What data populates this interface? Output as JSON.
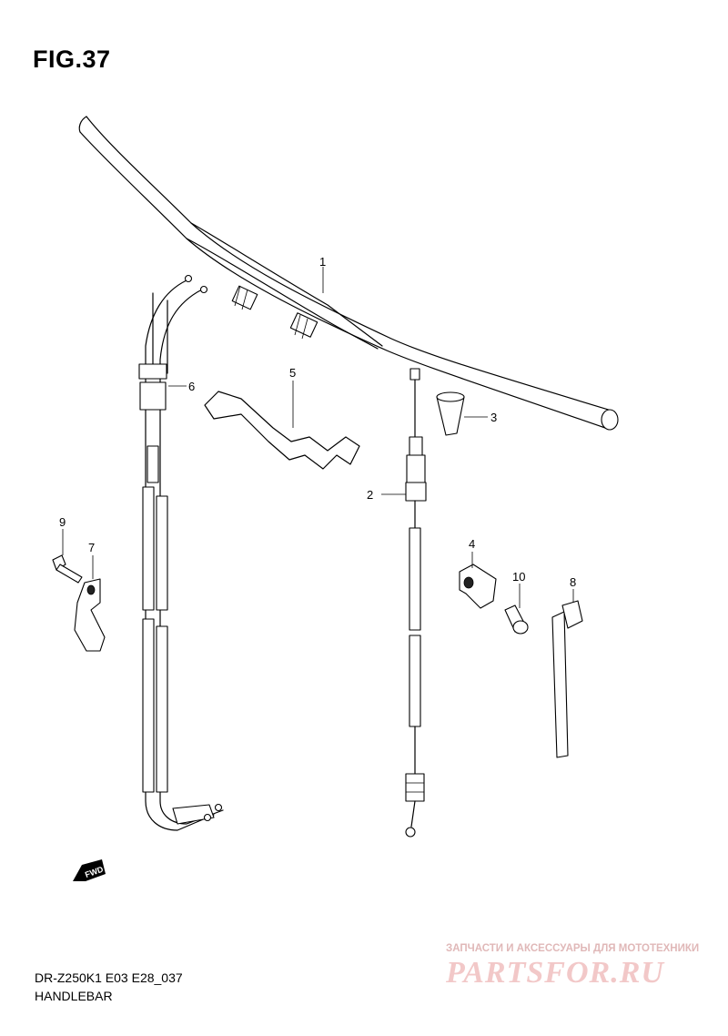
{
  "figure": {
    "title": "FIG.37",
    "model_code": "DR-Z250K1 E03 E28_037",
    "subtitle": "HANDLEBAR"
  },
  "callouts": [
    "1",
    "2",
    "3",
    "4",
    "5",
    "6",
    "7",
    "8",
    "9",
    "10"
  ],
  "fwd_badge": "FWD",
  "watermark": {
    "tagline": "ЗАПЧАСТИ И АКСЕССУАРЫ ДЛЯ МОТОТЕХНИКИ",
    "logo": "PARTSFOR.RU"
  },
  "colors": {
    "ink": "#000000",
    "background": "#ffffff",
    "watermark": "#f2c8c8"
  }
}
